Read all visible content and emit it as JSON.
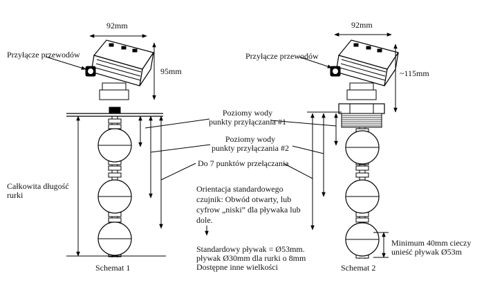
{
  "dimensions": {
    "width_left": "92mm",
    "height_left": "95mm",
    "width_right": "92mm",
    "height_right": "~115mm"
  },
  "labels": {
    "wire_connector_left": "Przyłącze przewodów",
    "wire_connector_right": "Przyłącze przewodów",
    "water_level_1_line1": "Poziomy wody",
    "water_level_1_line2": "punkty przyłączania #1",
    "water_level_2_line1": "Poziomy wody",
    "water_level_2_line2": "punkty przyłączania  #2",
    "switch_points": "Do 7 punktów przełączania",
    "total_length_line1": "Całkowita długość",
    "total_length_line2": "rurki",
    "orientation_line1": "Orientacja standardowego",
    "orientation_line2": "czujnik: Obwód otwarty, lub",
    "orientation_line3": "cyfrow „niski” dla pływaka lub",
    "orientation_line4": "dole.",
    "float_line1": "Standardowy pływak = Ø53mm.",
    "float_line2": "pływak Ø30mm dla rurki o 8mm",
    "float_line3": "Dostępne inne wielkości",
    "minimum_line1": "Minimum 40mm cieczy",
    "minimum_line2": "unieść pływak Ø53m",
    "schema_1": "Schemat 1",
    "schema_2": "Schemat 2"
  }
}
